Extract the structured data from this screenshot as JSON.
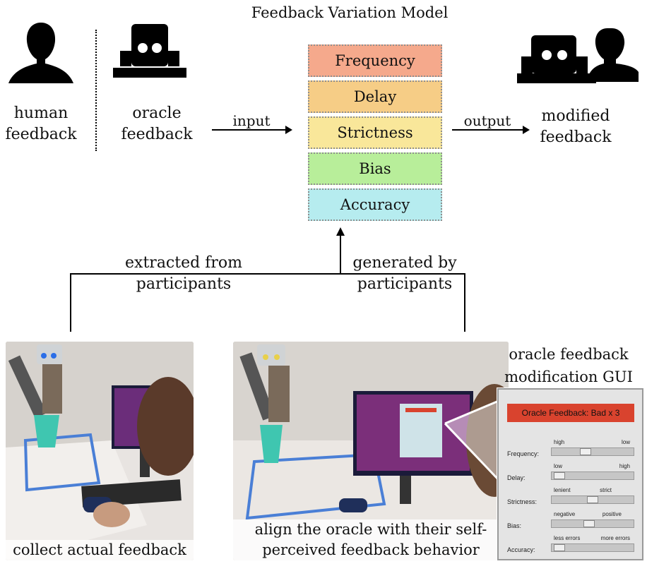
{
  "title": "Feedback Variation Model",
  "left_labels": {
    "human": "human\nfeedback",
    "oracle": "oracle\nfeedback",
    "modified": "modified\nfeedback"
  },
  "arrows": {
    "input": "input",
    "output": "output"
  },
  "model_factors": [
    {
      "label": "Frequency",
      "color": "#f5a98c"
    },
    {
      "label": "Delay",
      "color": "#f6cd86"
    },
    {
      "label": "Strictness",
      "color": "#f9e79a"
    },
    {
      "label": "Bias",
      "color": "#b8ee9a"
    },
    {
      "label": "Accuracy",
      "color": "#b6ecef"
    }
  ],
  "branch_labels": {
    "extracted": "extracted from\nparticipants",
    "generated": "generated by\nparticipants"
  },
  "captions": {
    "left": "collect actual feedback",
    "right": "align the oracle with their self-\nperceived feedback behavior"
  },
  "gui_heading": "oracle feedback\nmodification GUI",
  "gui": {
    "title": "Oracle Feedback: Bad x 3",
    "title_color": "#d9432e",
    "sliders": [
      {
        "label": "Frequency:",
        "left": "high",
        "right": "low",
        "value": 0.4
      },
      {
        "label": "Delay:",
        "left": "low",
        "right": "high",
        "value": 0.03
      },
      {
        "label": "Strictness:",
        "left": "lenient",
        "right": "strict",
        "value": 0.5
      },
      {
        "label": "Bias:",
        "left": "negative",
        "right": "positive",
        "value": 0.45
      },
      {
        "label": "Accuracy:",
        "left": "less errors",
        "right": "more errors",
        "value": 0.03
      }
    ]
  }
}
